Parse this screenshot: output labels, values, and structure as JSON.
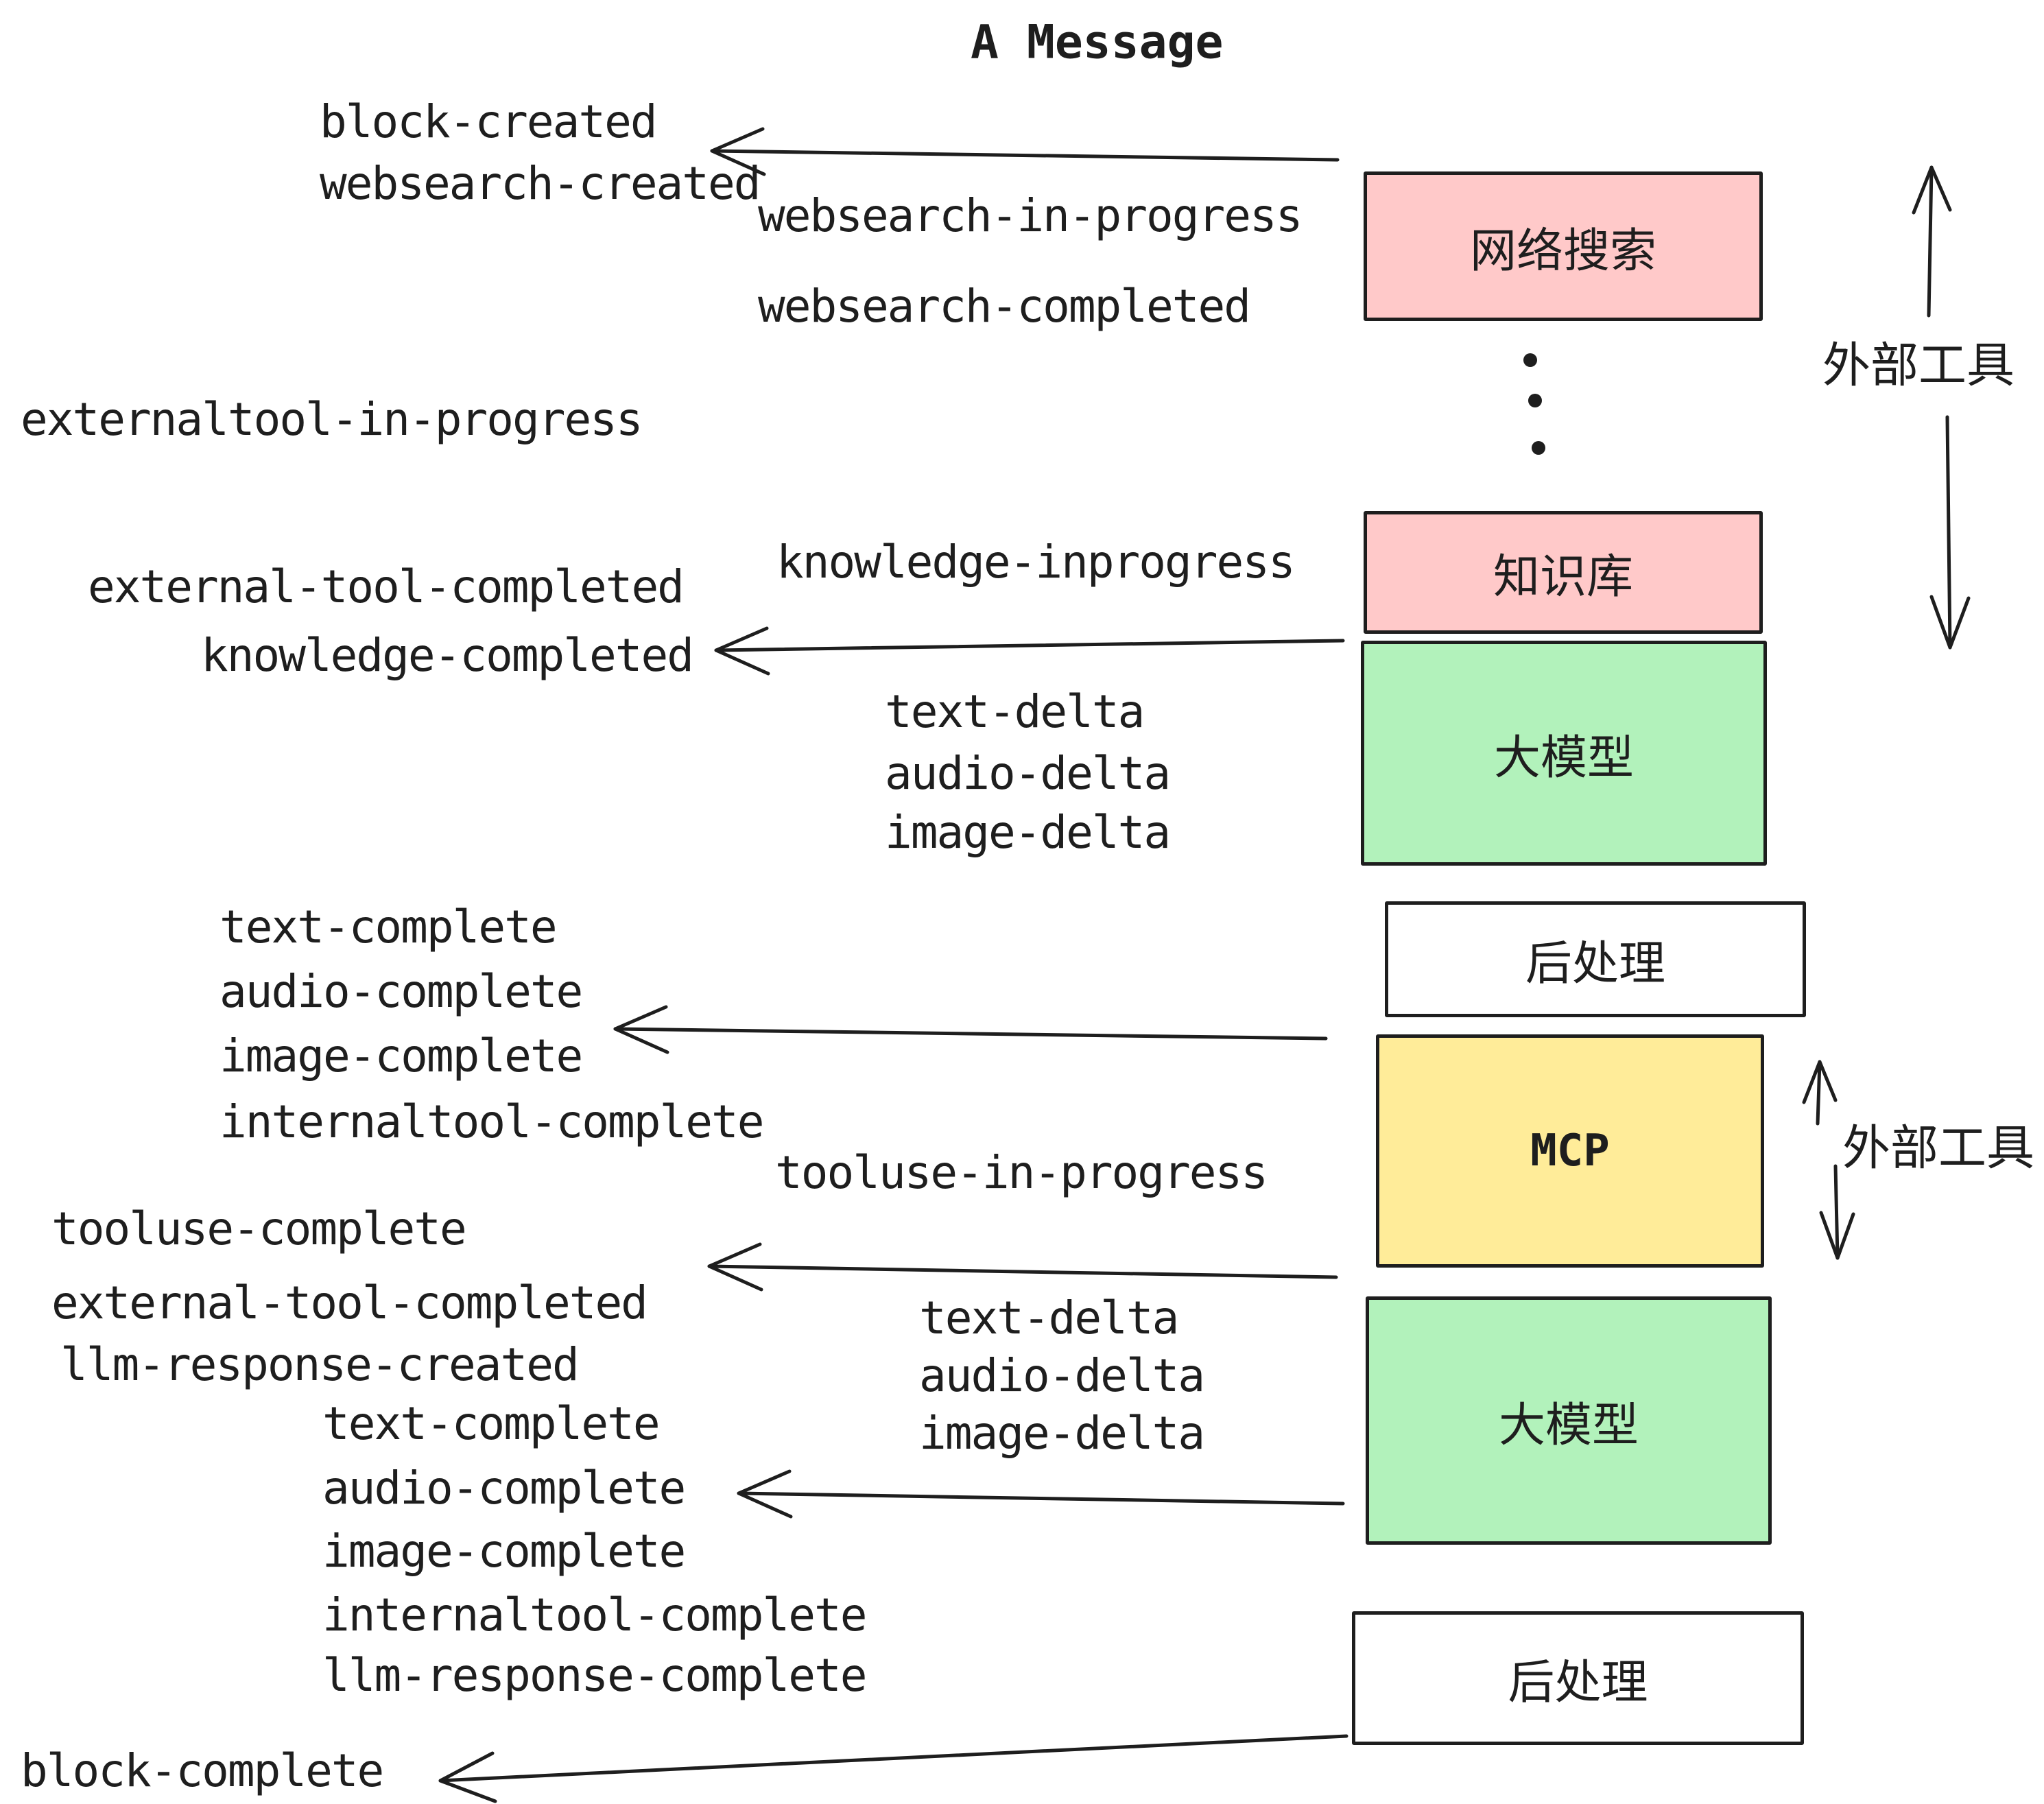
{
  "title": "A Message",
  "colors": {
    "stroke": "#1e1e1e",
    "box_pink": "#ffc9c9",
    "box_green": "#b2f2bb",
    "box_yellow": "#ffec99",
    "box_white": "#ffffff"
  },
  "boxes": {
    "websearch": {
      "label": "网络搜索"
    },
    "knowledge": {
      "label": "知识库"
    },
    "llm1": {
      "label": "大模型"
    },
    "postprocess1": {
      "label": "后处理"
    },
    "mcp": {
      "label": "MCP"
    },
    "llm2": {
      "label": "大模型"
    },
    "postprocess2": {
      "label": "后处理"
    }
  },
  "annotations": {
    "external_tools_top": "外部工具",
    "external_tools_mcp": "外部工具"
  },
  "events": {
    "block_created": "block-created",
    "websearch_created": "websearch-created",
    "websearch_in_progress": "websearch-in-progress",
    "websearch_completed": "websearch-completed",
    "externaltool_in_progress": "externaltool-in-progress",
    "knowledge_inprogress": "knowledge-inprogress",
    "external_tool_completed_1": "external-tool-completed",
    "knowledge_completed": "knowledge-completed",
    "text_delta_1": "text-delta",
    "audio_delta_1": "audio-delta",
    "image_delta_1": "image-delta",
    "text_complete_1": "text-complete",
    "audio_complete_1": "audio-complete",
    "image_complete_1": "image-complete",
    "internaltool_complete_1": "internaltool-complete",
    "tooluse_in_progress": "tooluse-in-progress",
    "tooluse_complete": "tooluse-complete",
    "external_tool_completed_2": "external-tool-completed",
    "llm_response_created": "llm-response-created",
    "text_complete_2": "text-complete",
    "audio_complete_2": "audio-complete",
    "image_complete_2": "image-complete",
    "internaltool_complete_2": "internaltool-complete",
    "llm_response_complete": "llm-response-complete",
    "block_complete": "block-complete"
  }
}
